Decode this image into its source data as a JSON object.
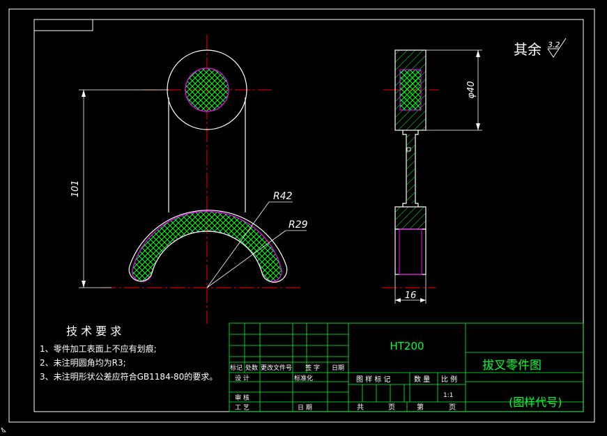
{
  "colors": {
    "background": "#000000",
    "outline": "#ffffff",
    "centerline": "#ff0000",
    "hatch": "#00ff33",
    "hidden": "#ff00ff",
    "titleblock_line": "#00ff33",
    "titleblock_text": "#00ff33"
  },
  "roughness_note": {
    "prefix": "其余",
    "value": "3.2"
  },
  "dimensions": {
    "length_vertical": "101",
    "radius_outer": "R42",
    "radius_inner": "R29",
    "diameter": "φ40",
    "width": "16"
  },
  "requirements": {
    "title": "技 术 要 求",
    "items": [
      "1、零件加工表面上不应有划痕;",
      "2、未注明圆角均为R3;",
      "3、未注明形状公差应符合GB1184-80的要求。"
    ]
  },
  "title_block": {
    "material": "HT200",
    "part_name": "拔叉零件图",
    "drawing_code": "(图样代号)",
    "headers": {
      "mark": "标记",
      "count": "处数",
      "change_doc": "更改文件号",
      "signature": "签 字",
      "date": "日期",
      "design": "设 计",
      "standardize": "标准化",
      "review": "审 核",
      "process": "工 艺",
      "date2": "日 期",
      "drawing_mark": "图 样 标 记",
      "quantity": "数 量",
      "scale": "比 例",
      "total": "共",
      "sheet": "页",
      "number": "第",
      "sheet2": "页"
    },
    "scale_value": "1:1"
  }
}
